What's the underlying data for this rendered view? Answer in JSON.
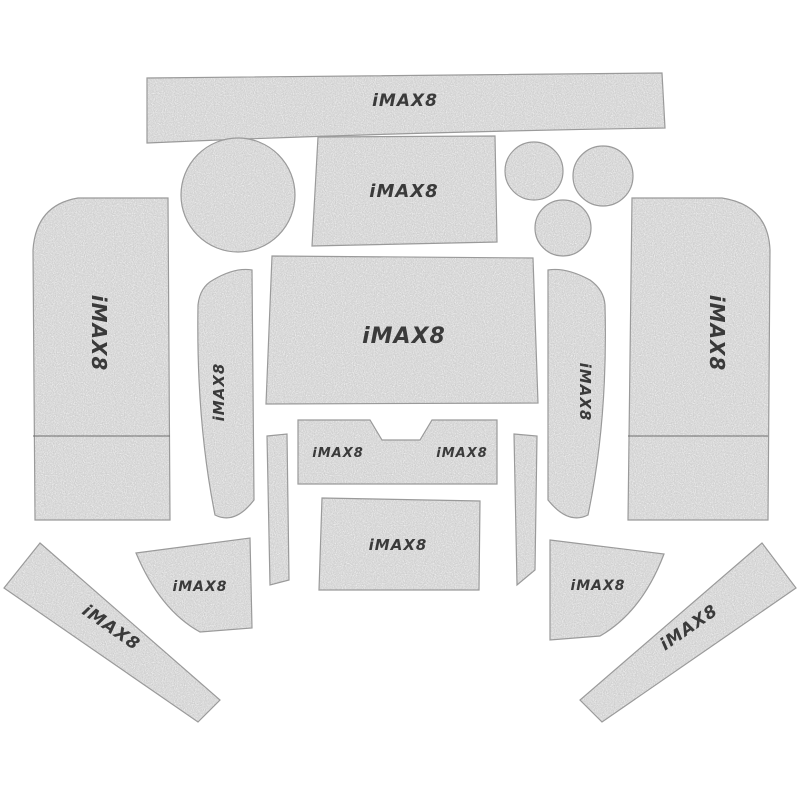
{
  "product": {
    "brand_mark": "iMAX8",
    "felt_color": "#c9c9c9",
    "felt_edge_color": "#9a9a9a",
    "logo_color": "#3a3a3a",
    "background_color": "#ffffff"
  },
  "pieces": [
    {
      "id": "top-strip",
      "logo": "iMAX8"
    },
    {
      "id": "round-coaster-left",
      "logo": ""
    },
    {
      "id": "upper-tray",
      "logo": "iMAX8"
    },
    {
      "id": "round-coaster-small-1",
      "logo": ""
    },
    {
      "id": "round-coaster-small-2",
      "logo": ""
    },
    {
      "id": "round-coaster-small-3",
      "logo": ""
    },
    {
      "id": "left-door-panel",
      "logo": "iMAX8"
    },
    {
      "id": "right-door-panel",
      "logo": "iMAX8"
    },
    {
      "id": "left-narrow-pocket",
      "logo": "iMAX8"
    },
    {
      "id": "right-narrow-pocket",
      "logo": "iMAX8"
    },
    {
      "id": "center-console-large",
      "logo": "iMAX8"
    },
    {
      "id": "center-notched-tray",
      "logo": "iMAX8",
      "logo_secondary": "iMAX8"
    },
    {
      "id": "left-thin-strip",
      "logo": ""
    },
    {
      "id": "right-thin-strip",
      "logo": ""
    },
    {
      "id": "center-lower-tray",
      "logo": "iMAX8"
    },
    {
      "id": "left-small-pocket",
      "logo": "iMAX8"
    },
    {
      "id": "right-small-pocket",
      "logo": "iMAX8"
    },
    {
      "id": "left-long-wedge",
      "logo": "iMAX8"
    },
    {
      "id": "right-long-wedge",
      "logo": "iMAX8"
    }
  ]
}
